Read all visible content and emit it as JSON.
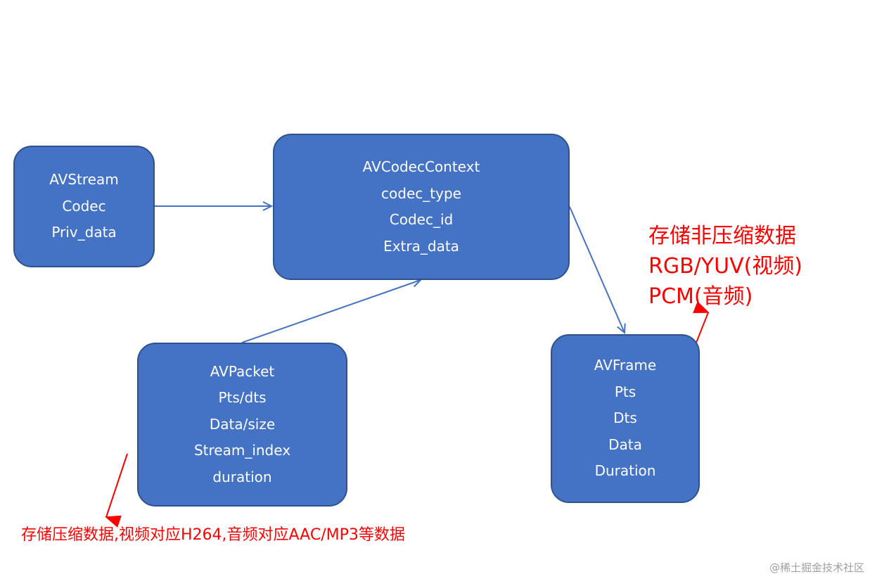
{
  "boxes": {
    "avstream": {
      "lines": [
        "AVStream",
        "Codec",
        "Priv_data"
      ]
    },
    "avcodeccontext": {
      "lines": [
        "AVCodecContext",
        "codec_type",
        "Codec_id",
        "Extra_data"
      ]
    },
    "avpacket": {
      "lines": [
        "AVPacket",
        "Pts/dts",
        "Data/size",
        "Stream_index",
        "duration"
      ]
    },
    "avframe": {
      "lines": [
        "AVFrame",
        "Pts",
        "Dts",
        "Data",
        "Duration"
      ]
    }
  },
  "notes": {
    "uncompressed": [
      "存储非压缩数据",
      "RGB/YUV(视频)",
      "PCM(音频)"
    ],
    "compressed": "存储压缩数据,视频对应H264,音频对应AAC/MP3等数据"
  },
  "watermark": "@稀土掘金技术社区",
  "colors": {
    "box_fill": "#4472c4",
    "box_border": "#2f528f",
    "connector": "#4472c4",
    "annotation": "#ff0000"
  }
}
